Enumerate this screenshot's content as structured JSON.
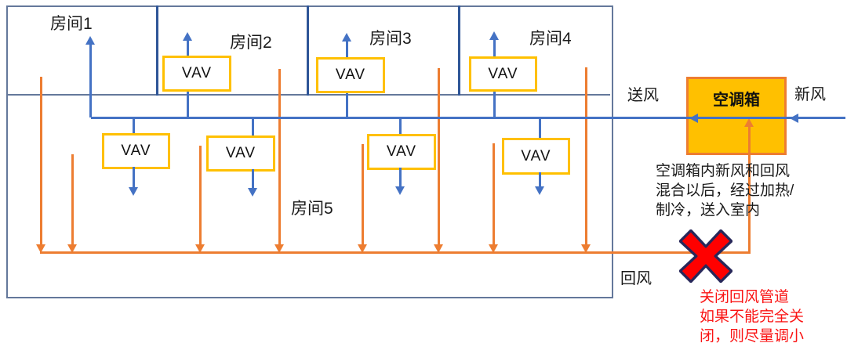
{
  "rooms": {
    "r1": "房间1",
    "r2": "房间2",
    "r3": "房间3",
    "r4": "房间4",
    "r5": "房间5"
  },
  "vav": {
    "label": "VAV"
  },
  "ahu": {
    "label": "空调箱"
  },
  "flows": {
    "supply": "送风",
    "fresh": "新风",
    "return": "回风"
  },
  "icons": {
    "prohibition_x": "x-cross-icon"
  },
  "notes": {
    "mixing": {
      "line1": "空调箱内新风和回风",
      "line2": "混合以后，经过加热/",
      "line3": "制冷，送入室内"
    },
    "close": {
      "line1": "关闭回风管道",
      "line2": "如果不能完全关",
      "line3": "闭，则尽量调小"
    }
  },
  "colors": {
    "supply_blue": "#4472C4",
    "return_orange": "#ED7D31",
    "wall_blue": "#2E5597",
    "outline_slate": "#64789B",
    "vav_yellow": "#FFC000",
    "ahu_fill": "#FFC000",
    "x_red": "#FF0000",
    "x_outline": "#28285A",
    "note_red": "#FA1414"
  }
}
